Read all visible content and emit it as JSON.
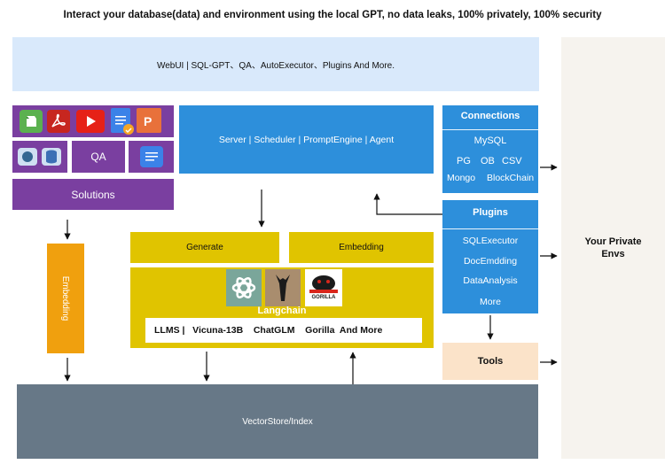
{
  "title": "Interact your database(data) and environment using the local GPT, no data leaks, 100% privately, 100% security",
  "webui": "WebUI | SQL-GPT、QA、AutoExecutor、Plugins And More.",
  "qa": "QA",
  "solutions": "Solutions",
  "embedding_vertical": "Embedding",
  "server": "Server | Scheduler  | PromptEngine  | Agent",
  "connections": {
    "title": "Connections",
    "mysql": "MySQL",
    "pg": "PG",
    "ob": "OB",
    "csv": "CSV",
    "mongo": "Mongo",
    "blockchain": "BlockChain"
  },
  "plugins": {
    "title": "Plugins",
    "items": [
      "SQLExecutor",
      "DocEmdding",
      "DataAnalysis",
      "More"
    ]
  },
  "tools": "Tools",
  "env": "Your Private Envs",
  "generate": "Generate",
  "embedding": "Embedding",
  "langchain": "Langchain",
  "gorilla_logo": "GORILLA",
  "llms": "LLMS |   Vicuna-13B    ChatGLM    Gorilla  And More",
  "vectorstore": "VectorStore/Index",
  "colors": {
    "purple": "#7a3fa0",
    "blue": "#2d8fdb",
    "yellow": "#e0c400",
    "orange": "#f0a00e",
    "gray": "#677887",
    "peach": "#fbe3c9",
    "light_blue": "#d9e9fb"
  }
}
